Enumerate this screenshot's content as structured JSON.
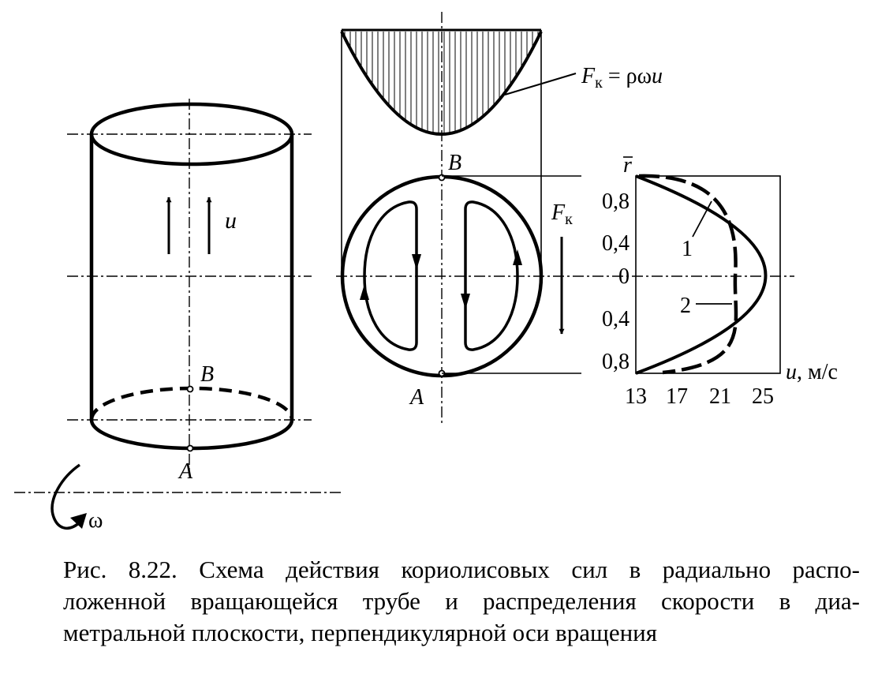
{
  "labels": {
    "u_left": "u",
    "point_b_left": "B",
    "point_a_left": "A",
    "omega": "ω",
    "fk_top_f": "F",
    "fk_top_sub": "к",
    "fk_top_rhs": " = ρω",
    "fk_top_u": "u",
    "point_b_mid": "B",
    "point_a_mid": "A",
    "fk_mid_f": "F",
    "fk_mid_sub": "к",
    "r_bar": "r",
    "curve_1": "1",
    "curve_2": "2",
    "u_axis_var": "u",
    "u_axis_unit": ", м/с"
  },
  "velocity_plot": {
    "y_ticks": [
      "0,8",
      "0,4",
      "0",
      "0,4",
      "0,8"
    ],
    "x_ticks": [
      "13",
      "17",
      "21",
      "25"
    ]
  },
  "caption": {
    "line1": "Рис. 8.22. Схема действия кориолисовых сил в радиально распо-",
    "line2": "ложенной вращающейся трубе и распределения скорости в диа-",
    "line3": "метральной плоскости, перпендикулярной оси вращения"
  }
}
